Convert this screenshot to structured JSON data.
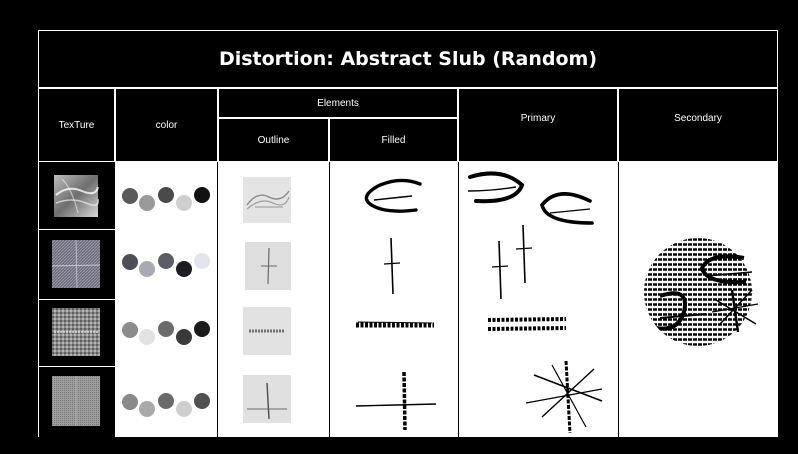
{
  "title": "Distortion: Abstract Slub (Random)",
  "headers": {
    "texture": "TexTure",
    "color": "color",
    "elements": "Elements",
    "outline": "Outline",
    "filled": "Filled",
    "primary": "Primary",
    "secondary": "Secondary"
  },
  "palettes": [
    [
      "#5a5a5a",
      "#9a9a9a",
      "#4a4a4a",
      "#cfcfcf",
      "#111111"
    ],
    [
      "#4e4e58",
      "#a9a9b4",
      "#5d5d66",
      "#1c1c22",
      "#e4e4ec"
    ],
    [
      "#8c8c8c",
      "#e3e3e3",
      "#6b6b6b",
      "#3a3a3a",
      "#1a1a1a"
    ],
    [
      "#8a8a8a",
      "#a9a9a9",
      "#6a6a6a",
      "#cfcfcf",
      "#505050"
    ]
  ],
  "icons": {
    "texture_rows": [
      "plastic-texture-swatch",
      "denim-texture-swatch",
      "knit-texture-swatch",
      "fabric-texture-swatch"
    ],
    "outline_rows": [
      "wavy-outline-sample",
      "cross-outline-sample",
      "line-outline-sample",
      "star-outline-sample"
    ],
    "filled_rows": [
      "wave-filled-mark",
      "cross-filled-mark",
      "slub-line-filled-mark",
      "plus-filled-mark"
    ],
    "primary": "primary-composition",
    "secondary": "secondary-circle-composition"
  }
}
